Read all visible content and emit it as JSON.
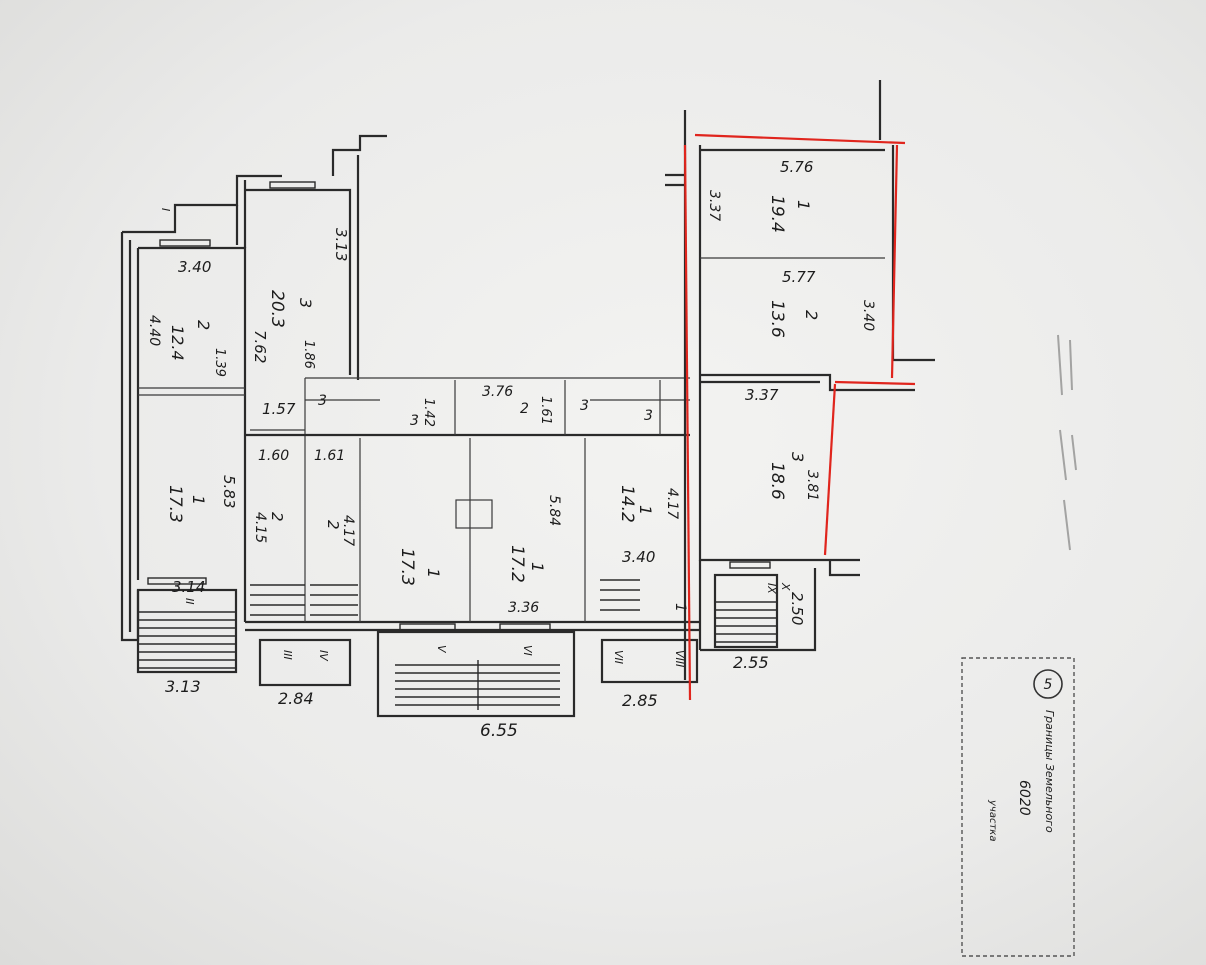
{
  "plan": {
    "rooms": [
      {
        "id": "r-left-2",
        "num": "2",
        "area": "12.4",
        "dims": [
          "3.40",
          "4.40",
          "1.39"
        ]
      },
      {
        "id": "r-left-1",
        "num": "1",
        "area": "17.3",
        "dims": [
          "5.83",
          "3.14"
        ]
      },
      {
        "id": "r-3-top",
        "num": "3",
        "area": "20.3",
        "dims": [
          "3.13",
          "7.62",
          "1.86",
          "1.57"
        ]
      },
      {
        "id": "r-2a",
        "num": "2",
        "dims": [
          "1.60",
          "4.15"
        ]
      },
      {
        "id": "r-2b",
        "num": "2",
        "dims": [
          "1.61",
          "4.17"
        ]
      },
      {
        "id": "r-wc-3",
        "num": "3"
      },
      {
        "id": "r-corr-3",
        "num": "3",
        "dims": [
          "1.42"
        ]
      },
      {
        "id": "r-corr-2",
        "num": "2",
        "dims": [
          "3.76",
          "1.61"
        ]
      },
      {
        "id": "r-wc-3b",
        "num": "3"
      },
      {
        "id": "r-wc-3c",
        "num": "3"
      },
      {
        "id": "r-mid-1",
        "num": "1",
        "area": "17.3"
      },
      {
        "id": "r-mid-1b",
        "num": "1",
        "area": "17.2",
        "dims": [
          "5.84",
          "3.36"
        ]
      },
      {
        "id": "r-right-1",
        "num": "1",
        "area": "14.2",
        "dims": [
          "4.17",
          "3.40"
        ]
      },
      {
        "id": "r-small-1",
        "num": "1"
      },
      {
        "id": "r-far-1",
        "num": "1",
        "area": "19.4",
        "dims": [
          "5.76",
          "3.37"
        ]
      },
      {
        "id": "r-far-2",
        "num": "2",
        "area": "13.6",
        "dims": [
          "5.77",
          "3.40"
        ]
      },
      {
        "id": "r-far-3",
        "num": "3",
        "area": "18.6",
        "dims": [
          "3.37",
          "3.81"
        ]
      }
    ],
    "section_marks": [
      "I",
      "II",
      "III",
      "IV",
      "V",
      "VI",
      "VII",
      "VIII",
      "IX",
      "X"
    ],
    "stair_dims": [
      "3.13",
      "2.84",
      "6.55",
      "2.85",
      "2.55",
      "2.50"
    ]
  },
  "stamp": {
    "badge": "5",
    "text_lines": [
      "Границы Земельного",
      "6020",
      "участка"
    ]
  },
  "margin_note": {
    "lines": [
      "",
      "",
      ""
    ]
  },
  "colors": {
    "paper": "#efefed",
    "ink": "#1c1c1c",
    "highlight": "#e0251d"
  }
}
